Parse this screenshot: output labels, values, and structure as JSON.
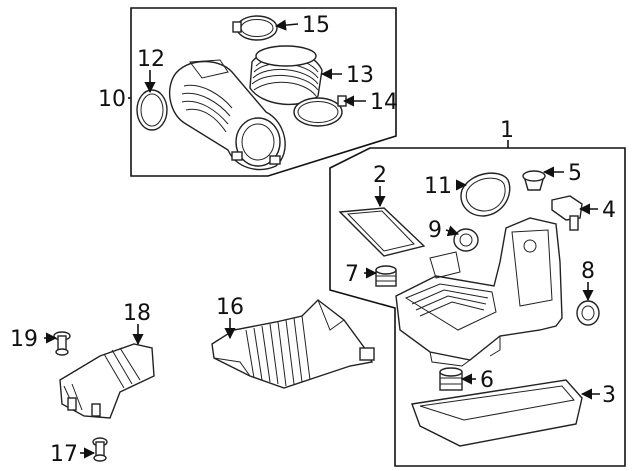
{
  "diagram": {
    "callouts": [
      {
        "id": "c1",
        "text": "1"
      },
      {
        "id": "c2",
        "text": "2"
      },
      {
        "id": "c3",
        "text": "3"
      },
      {
        "id": "c4",
        "text": "4"
      },
      {
        "id": "c5",
        "text": "5"
      },
      {
        "id": "c6",
        "text": "6"
      },
      {
        "id": "c7",
        "text": "7"
      },
      {
        "id": "c8",
        "text": "8"
      },
      {
        "id": "c9",
        "text": "9"
      },
      {
        "id": "c10",
        "text": "10"
      },
      {
        "id": "c11",
        "text": "11"
      },
      {
        "id": "c12",
        "text": "12"
      },
      {
        "id": "c13",
        "text": "13"
      },
      {
        "id": "c14",
        "text": "14"
      },
      {
        "id": "c15",
        "text": "15"
      },
      {
        "id": "c16",
        "text": "16"
      },
      {
        "id": "c17",
        "text": "17"
      },
      {
        "id": "c18",
        "text": "18"
      },
      {
        "id": "c19",
        "text": "19"
      }
    ]
  }
}
